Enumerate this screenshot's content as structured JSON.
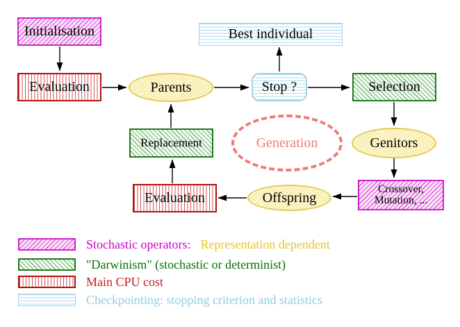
{
  "nodes": {
    "initialisation": "Initialisation",
    "evaluation_top": "Evaluation",
    "parents": "Parents",
    "best_individual": "Best individual",
    "stop": "Stop ?",
    "selection": "Selection",
    "replacement": "Replacement",
    "generation": "Generation",
    "genitors": "Genitors",
    "evaluation_bottom": "Evaluation",
    "crossover_line1": "Crossover,",
    "crossover_line2": "Mutation, ...",
    "offspring": "Offspring"
  },
  "legend": {
    "items": [
      {
        "swatch": "magenta-diagonal-hatch",
        "text1": "Stochastic operators:",
        "text2": "Representation dependent"
      },
      {
        "swatch": "green-diagonal-hatch",
        "text1": "\"Darwinism\" (stochastic or determinist)"
      },
      {
        "swatch": "red-vertical-stripes",
        "text1": "Main CPU cost"
      },
      {
        "swatch": "cyan-horizontal-stripes",
        "text1": "Checkpointing: stopping criterion and statistics"
      }
    ]
  },
  "colors": {
    "magenta_border": "#cc22cc",
    "green_border": "#1e7b1e",
    "red_border": "#b01010",
    "cyan_border": "#a5d2e5",
    "yellow_ellipse_border": "#e3cb57",
    "coral_dashed": "#ee7a7a",
    "legend_magenta_text": "#cc00cc",
    "legend_yellow_text": "#e8c61e",
    "legend_green_text": "#067006",
    "legend_red_text": "#c41e1e",
    "legend_cyan_text": "#93cbe8",
    "arrow": "#000000"
  }
}
